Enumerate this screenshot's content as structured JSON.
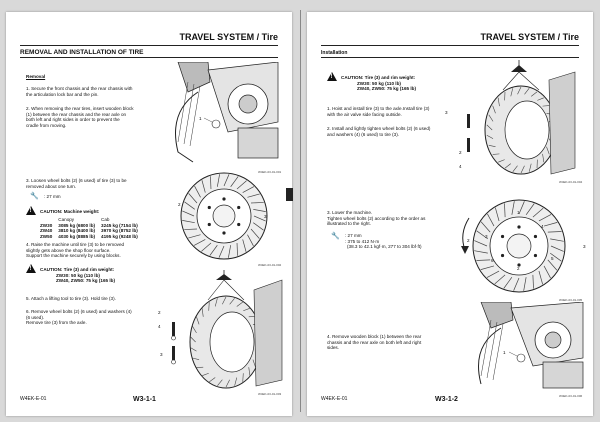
{
  "left": {
    "header": "TRAVEL SYSTEM / Tire",
    "section_title": "REMOVAL AND INSTALLATION OF TIRE",
    "subheading": "Removal",
    "steps": [
      [
        "1.  Secure the front chassis and the rear chassis with",
        "     the articulation lock bar and the pin."
      ],
      [
        "2.  When removing the rear tires, insert wooden block",
        "     (1) between the rear chassis and the rear axle on",
        "     both left and right sides in order to prevent the",
        "     cradle from moving."
      ],
      [
        "3.  Loosen wheel bolts (2) (6 used) of tire (3) to be",
        "     removed about one turn."
      ]
    ],
    "torque": ": 27 mm",
    "caution_machine_weight": "CAUTION: Machine weight:",
    "weight_table": {
      "headers": [
        "",
        "Canopy",
        "Cab"
      ],
      "rows": [
        [
          "ZW30",
          "3085 kg (6800 lb)",
          "3245 kg (7154 lb)"
        ],
        [
          "ZW40",
          "3810 kg (8400 lb)",
          "3970 kg (8752 lb)"
        ],
        [
          "ZW50",
          "4030 kg (8885 lb)",
          "4195 kg (9248 lb)"
        ]
      ]
    },
    "step4": [
      "4.  Raise the machine until tire (3) to be removed",
      "     slightly gets above the shop floor surface.",
      "     Support the machine securely by using blocks."
    ],
    "caution_tire": [
      "CAUTION: Tire (3) and rim weight:",
      "ZW30: 50 kg (110 lb)",
      "ZW40, ZW50: 75 kg (165 lb)"
    ],
    "step5": "5.  Attach a lifting tool to tire (3). Hold tire (3).",
    "step6": [
      "6.  Remove wheel bolts (2) (6 used) and washers (4)",
      "     (6 used).",
      "     Remove tire (3) from the axle."
    ],
    "fig_codes": [
      "W4EK-03-01-001",
      "W4EK-03-01-002",
      "W4EK-03-01-003"
    ],
    "footer_left": "W4EK-E-01",
    "page_number": "W3-1-1"
  },
  "right": {
    "header": "TRAVEL SYSTEM / Tire",
    "section_title": "Installation",
    "caution_tire": [
      "CAUTION: Tire (3) and rim weight:",
      "ZW30: 50 kg (110 lb)",
      "ZW40, ZW50: 75 kg (165 lb)"
    ],
    "step1": [
      "1.  Hoist and install tire (3) to the axle.Install tire (3)",
      "     with the air valve side facing outside."
    ],
    "step2": [
      "2.  Install and lightly tighten wheel bolts (2) (6 used)",
      "     and washers (4) (6 used) to tire (3)."
    ],
    "step3": [
      "3.  Lower the machine.",
      "     Tighten wheel bolts (2) according to the order as",
      "     illustrated to the right."
    ],
    "torque_lines": [
      ": 27 mm",
      ": 375 to 412 N·m",
      "(38.3 to 42.1 kgf·m, 277 to 304 lbf·ft)"
    ],
    "step4": [
      "4.  Remove wooden block (1) between the rear",
      "     chassis and the rear axle on both left and right",
      "     sides."
    ],
    "fig_codes": [
      "W4EK-03-01-004",
      "W4EK-03-01-005",
      "W4EK-03-01-006"
    ],
    "order_numbers": [
      "1",
      "2",
      "3",
      "4",
      "5",
      "6"
    ],
    "footer_left": "W4EK-E-01",
    "page_number": "W3-1-2"
  },
  "callouts": {
    "tire": "3",
    "bolt": "2",
    "washer": "4",
    "block": "1"
  },
  "colors": {
    "page": "#ffffff",
    "background": "#d9d9d9",
    "ink": "#111111"
  }
}
